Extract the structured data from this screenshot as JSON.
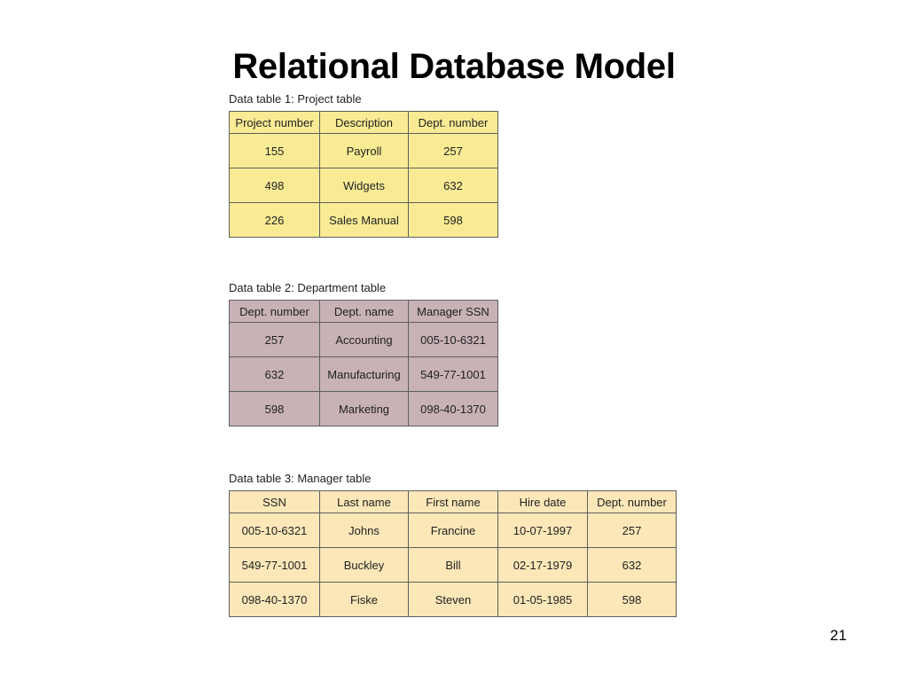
{
  "slide": {
    "title": "Relational Database Model",
    "page_number": "21"
  },
  "tables": [
    {
      "caption": "Data table 1: Project table",
      "headers": [
        "Project number",
        "Description",
        "Dept. number"
      ],
      "rows": [
        [
          "155",
          "Payroll",
          "257"
        ],
        [
          "498",
          "Widgets",
          "632"
        ],
        [
          "226",
          "Sales Manual",
          "598"
        ]
      ],
      "fill_color": "#f8eb94"
    },
    {
      "caption": "Data table 2: Department table",
      "headers": [
        "Dept. number",
        "Dept. name",
        "Manager SSN"
      ],
      "rows": [
        [
          "257",
          "Accounting",
          "005-10-6321"
        ],
        [
          "632",
          "Manufacturing",
          "549-77-1001"
        ],
        [
          "598",
          "Marketing",
          "098-40-1370"
        ]
      ],
      "fill_color": "#c8b2b6"
    },
    {
      "caption": "Data table 3: Manager table",
      "headers": [
        "SSN",
        "Last name",
        "First name",
        "Hire date",
        "Dept. number"
      ],
      "rows": [
        [
          "005-10-6321",
          "Johns",
          "Francine",
          "10-07-1997",
          "257"
        ],
        [
          "549-77-1001",
          "Buckley",
          "Bill",
          "02-17-1979",
          "632"
        ],
        [
          "098-40-1370",
          "Fiske",
          "Steven",
          "01-05-1985",
          "598"
        ]
      ],
      "fill_color": "#fbe7b8"
    }
  ]
}
